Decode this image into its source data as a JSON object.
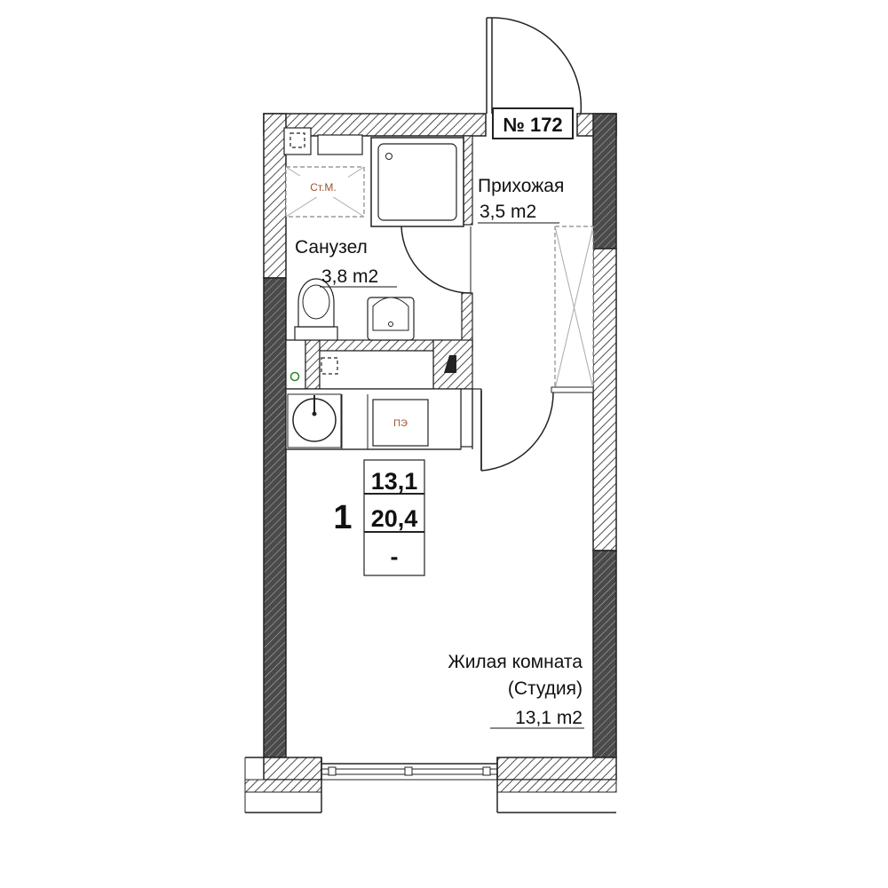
{
  "apartment": {
    "number_label": "№ 172",
    "room_count": "1",
    "living_area": "13,1",
    "total_area": "20,4",
    "extra_area": "-"
  },
  "rooms": {
    "hallway": {
      "name": "Прихожая",
      "area": "3,5 m2"
    },
    "bathroom": {
      "name": "Санузел",
      "area": "3,8 m2"
    },
    "living": {
      "name_line1": "Жилая комната",
      "name_line2": "(Студия)",
      "area": "13,1 m2"
    }
  },
  "fixtures": {
    "washing_machine_label": "Ст.М.",
    "stove_label": "ПЭ"
  },
  "colors": {
    "wall_dark": "#3a3a3a",
    "hatch": "#222222",
    "fixture_label": "#a0522d",
    "riser_green": "#2e8b2e",
    "wardrobe_dash": "#888888"
  }
}
